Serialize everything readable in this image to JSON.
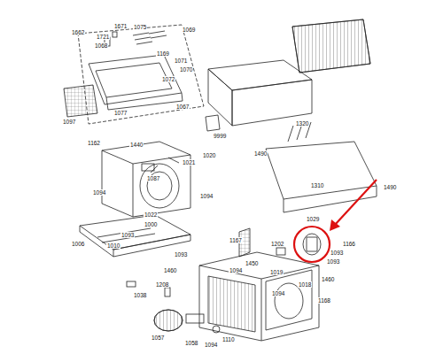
{
  "diagram": {
    "labels": [
      "1662",
      "1671",
      "1721",
      "1068",
      "1075",
      "1069",
      "1169",
      "1071",
      "1070",
      "1072",
      "1067",
      "1077",
      "1097",
      "9999",
      "1162",
      "1440",
      "1087",
      "1021",
      "1020",
      "1094",
      "1094",
      "1022",
      "1000",
      "1093",
      "1006",
      "1010",
      "1093",
      "1460",
      "1038",
      "1208",
      "1057",
      "1058",
      "1094",
      "1110",
      "1320",
      "1490",
      "1490",
      "1310",
      "1029",
      "1167",
      "1202",
      "1450",
      "1094",
      "1093",
      "1166",
      "1019",
      "1018",
      "1094",
      "1460",
      "1168",
      "1093"
    ]
  }
}
